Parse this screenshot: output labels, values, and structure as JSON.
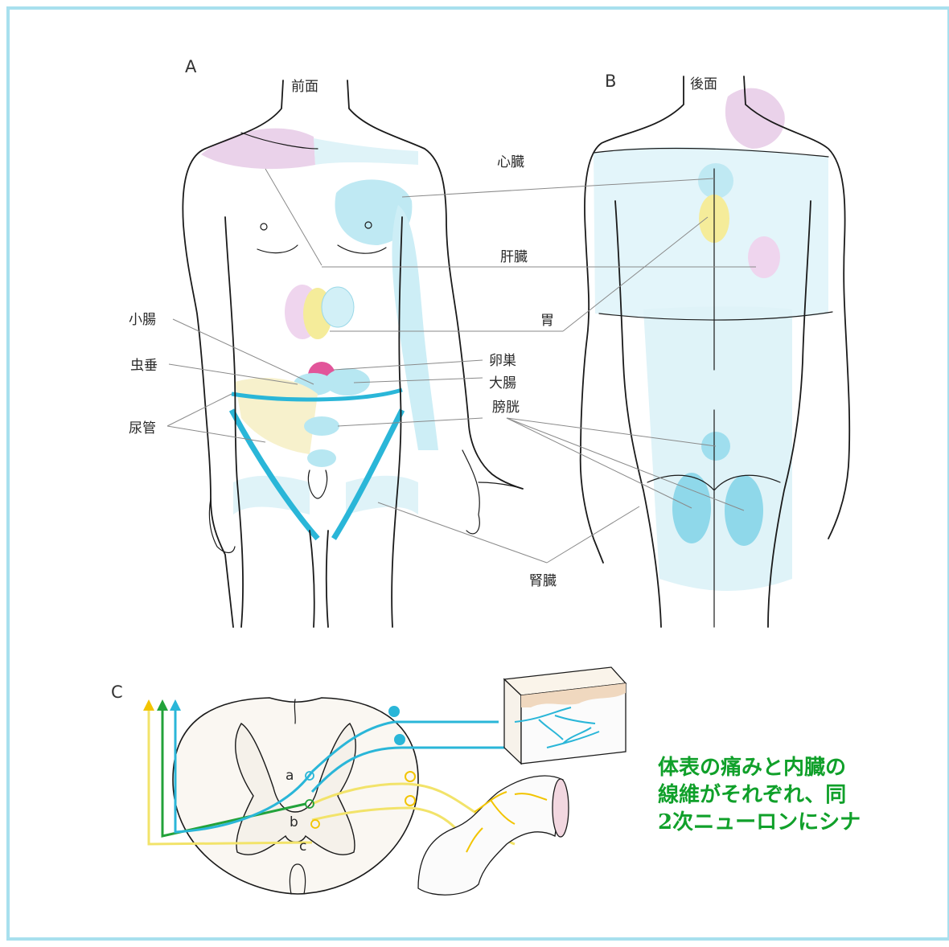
{
  "panels": {
    "a": {
      "letter": "A",
      "view": "前面"
    },
    "b": {
      "letter": "B",
      "view": "後面"
    },
    "c": {
      "letter": "C"
    }
  },
  "organs": {
    "heart": "心臓",
    "liver": "肝臓",
    "stomach": "胃",
    "small_intestine": "小腸",
    "appendix": "虫垂",
    "ureter": "尿管",
    "ovary": "卵巣",
    "large_intestine": "大腸",
    "bladder": "膀胱",
    "kidney": "腎臓"
  },
  "synapse_labels": [
    "a",
    "b",
    "c"
  ],
  "caption": {
    "line1": "体表の痛みと内臓の",
    "line2": "線維がそれぞれ、同",
    "line3": "2次ニューロンにシナ"
  },
  "colors": {
    "frame": "#a8e0ee",
    "skin_zone": "#dff3f8",
    "cyan": "#2ab6d8",
    "yellow": "#f2e36a",
    "pink": "#e9c4e6",
    "magenta": "#e2559a",
    "green_fiber": "#22a23a",
    "caption": "#10a02a"
  }
}
